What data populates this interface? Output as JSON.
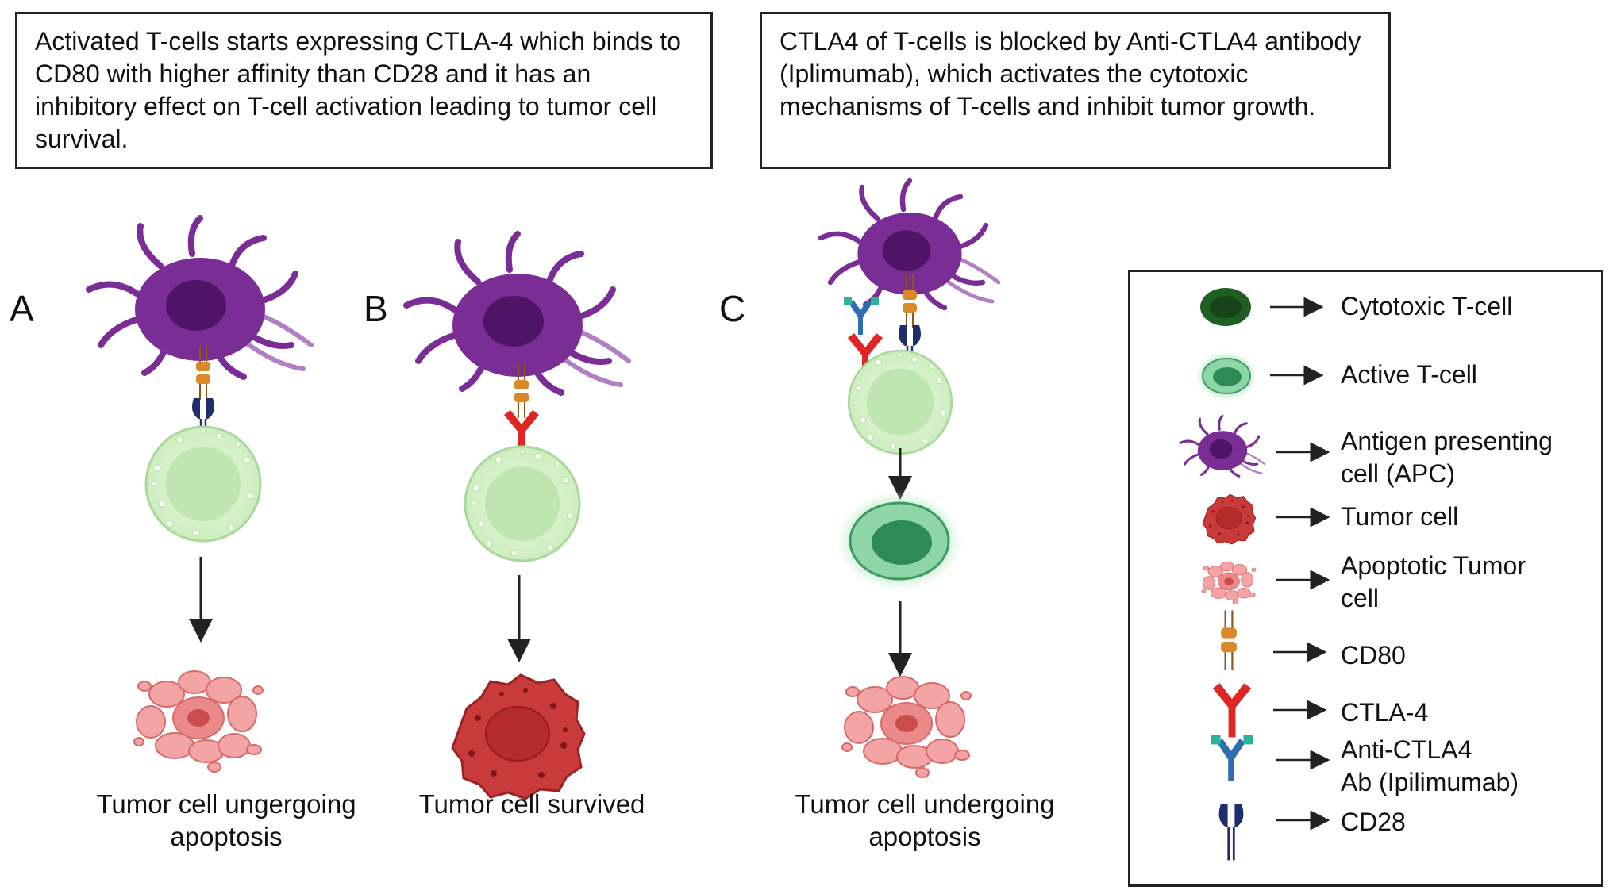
{
  "text_boxes": {
    "left": "Activated T-cells starts expressing CTLA-4 which binds to CD80 with higher affinity than CD28 and it has an inhibitory effect on T-cell activation leading to tumor cell survival.",
    "right": "CTLA4 of T-cells is blocked by Anti-CTLA4 antibody (Iplimumab), which activates the cytotoxic mechanisms of T-cells and inhibit tumor growth."
  },
  "panels": [
    {
      "letter": "A",
      "caption": "Tumor cell ungergoing\napoptosis"
    },
    {
      "letter": "B",
      "caption": "Tumor cell survived"
    },
    {
      "letter": "C",
      "caption": "Tumor cell undergoing\napoptosis"
    }
  ],
  "legend": [
    {
      "icon": "cytotoxic-t-cell-icon",
      "label": "Cytotoxic T-cell"
    },
    {
      "icon": "active-t-cell-icon",
      "label": "Active T-cell"
    },
    {
      "icon": "apc-icon",
      "label": "Antigen presenting\ncell (APC)"
    },
    {
      "icon": "tumor-cell-icon",
      "label": "Tumor cell"
    },
    {
      "icon": "apoptotic-tumor-cell-icon",
      "label": "Apoptotic Tumor\ncell"
    },
    {
      "icon": "cd80-icon",
      "label": "CD80"
    },
    {
      "icon": "ctla4-icon",
      "label": "CTLA-4"
    },
    {
      "icon": "anti-ctla4-ab-icon",
      "label": "Anti-CTLA4\nAb (Ipilimumab)"
    },
    {
      "icon": "cd28-icon",
      "label": "CD28"
    }
  ],
  "colors": {
    "apc": "#7b2d96",
    "apc_nucleus": "#4e1466",
    "t_cell": "#dff4d6",
    "t_cell_nucleus": "#bfe6b0",
    "active_t_cell": "#2e8b57",
    "cytotoxic_t_cell": "#1f5f22",
    "tumor": "#c93a3a",
    "apoptotic": "#f3a4a4",
    "cd80": "#d9892a",
    "ctla4": "#e02525",
    "cd28": "#1f2d6b",
    "antibody": "#2f6db3"
  }
}
